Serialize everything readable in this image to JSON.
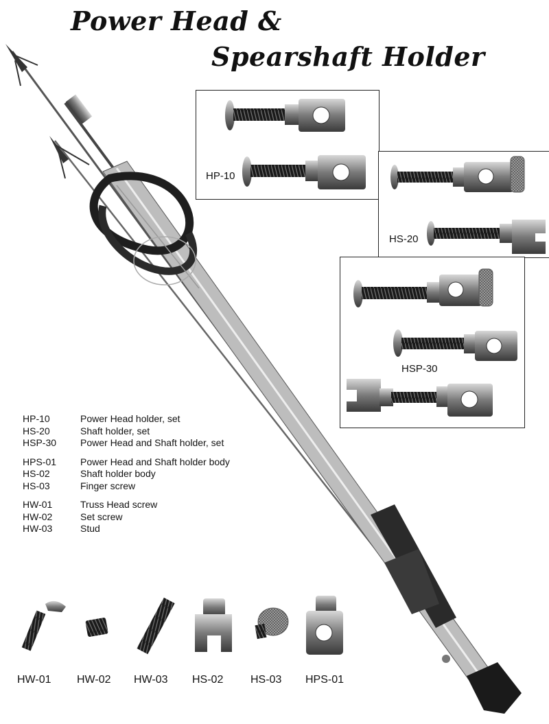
{
  "title": {
    "line1": "Power Head &",
    "line2": "Spearshaft Holder"
  },
  "boxes": {
    "hp10": "HP-10",
    "hs20": "HS-20",
    "hsp30": "HSP-30"
  },
  "legend": [
    {
      "code": "HP-10",
      "desc": "Power Head holder, set"
    },
    {
      "code": "HS-20",
      "desc": "Shaft holder, set"
    },
    {
      "code": "HSP-30",
      "desc": "Power Head and Shaft holder, set"
    },
    {
      "code": "HPS-01",
      "desc": "Power Head and Shaft holder body"
    },
    {
      "code": "HS-02",
      "desc": "Shaft holder body"
    },
    {
      "code": "HS-03",
      "desc": "Finger screw"
    },
    {
      "code": "HW-01",
      "desc": "Truss Head screw"
    },
    {
      "code": "HW-02",
      "desc": "Set screw"
    },
    {
      "code": "HW-03",
      "desc": "Stud"
    }
  ],
  "parts": [
    "HW-01",
    "HW-02",
    "HW-03",
    "HS-02",
    "HS-03",
    "HPS-01"
  ]
}
